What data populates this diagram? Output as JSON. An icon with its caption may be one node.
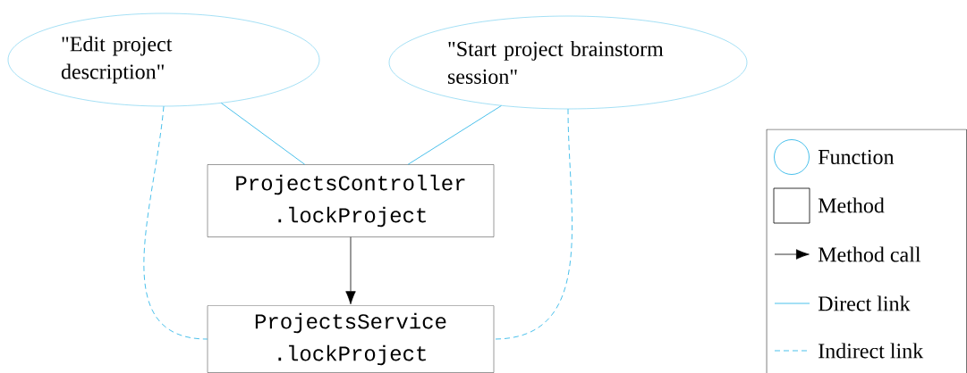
{
  "diagram": {
    "nodes": [
      {
        "text": [
          "\"Edit project description\""
        ]
      },
      {
        "text": [
          "\"Start project brainstorm session\""
        ]
      },
      {
        "text": [
          "ProjectsController .lockProject"
        ]
      },
      {
        "text": [
          "ProjectsService .lockProject"
        ]
      }
    ],
    "edges": [
      {
        "from": 0,
        "to": 2,
        "arrow": "none"
      },
      {
        "from": 1,
        "to": 2,
        "arrow": "none"
      },
      {
        "from": 2,
        "to": 3,
        "arrow": "to",
        "color": "#000000"
      },
      {
        "from": 0,
        "to": 3,
        "arrow": "none",
        "style": "dashed"
      },
      {
        "from": 1,
        "to": 3,
        "arrow": "none",
        "style": "dashed"
      }
    ],
    "legend": [
      {
        "text": "Function"
      },
      {
        "text": "Method"
      },
      {
        "text": "Method call"
      },
      {
        "text": "Direct link"
      },
      {
        "text": "Indirect link"
      }
    ]
  }
}
